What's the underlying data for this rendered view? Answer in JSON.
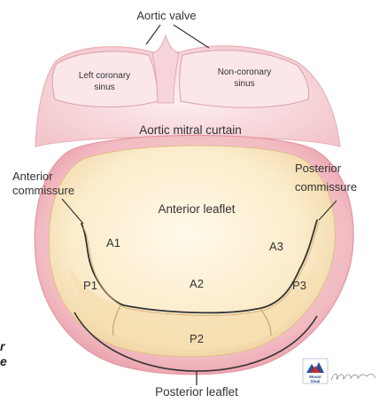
{
  "labels": {
    "aortic_valve": "Aortic valve",
    "left_coronary_sinus_1": "Left coronary",
    "left_coronary_sinus_2": "sinus",
    "non_coronary_sinus_1": "Non-coronary",
    "non_coronary_sinus_2": "sinus",
    "aortic_mitral_curtain": "Aortic mitral curtain",
    "anterior_commissure_1": "Anterior",
    "anterior_commissure_2": "commissure",
    "posterior_commissure_1": "Posterior",
    "posterior_commissure_2": "commissure",
    "anterior_leaflet": "Anterior leaflet",
    "a1": "A1",
    "a2": "A2",
    "a3": "A3",
    "p1": "P1",
    "p2": "P2",
    "p3": "P3",
    "posterior_leaflet": "Posterior leaflet"
  },
  "edge_fragment": {
    "line1": "r",
    "line2": "e"
  },
  "logo": {
    "text_1": "Mount",
    "text_2": "Sinai"
  },
  "colors": {
    "tissue_outer": "#f6cfd3",
    "tissue_rim": "#eeaab2",
    "leaflet_fill": "#fbebc9",
    "leaflet_center": "#fff8e4",
    "leaflet_shadow": "#e2c99a",
    "line": "#333333",
    "logo_red": "#d12a2a",
    "logo_blue": "#2a4f96"
  }
}
